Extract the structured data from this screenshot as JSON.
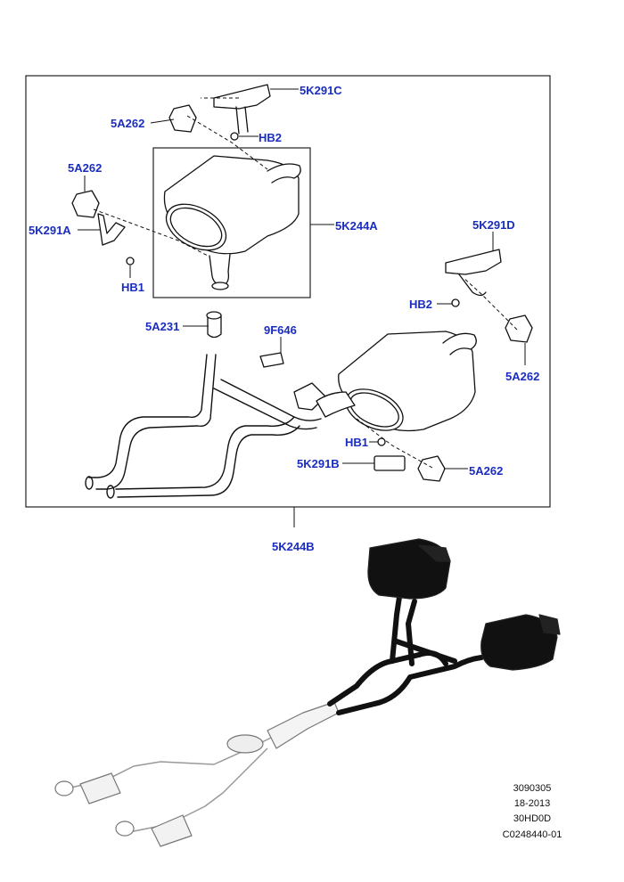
{
  "callouts": {
    "c5k291c": "5K291C",
    "c5a262_top": "5A262",
    "chb2_top": "HB2",
    "c5a262_left": "5A262",
    "c5k291a": "5K291A",
    "chb1_left": "HB1",
    "c5k244a": "5K244A",
    "c5k291d": "5K291D",
    "chb2_right": "HB2",
    "c5a231": "5A231",
    "c9f646": "9F646",
    "c5a262_right": "5A262",
    "chb1_right": "HB1",
    "c5k291b": "5K291B",
    "c5a262_bottom": "5A262",
    "c5k244b": "5K244B"
  },
  "reference": {
    "line1": "3090305",
    "line2": "18-2013",
    "line3": "30HD0D",
    "line4": "C0248440-01"
  },
  "colors": {
    "callout": "#1a2dbf",
    "line": "#111111",
    "fill_part": "#ffffff",
    "highlight_fill": "#111111"
  }
}
